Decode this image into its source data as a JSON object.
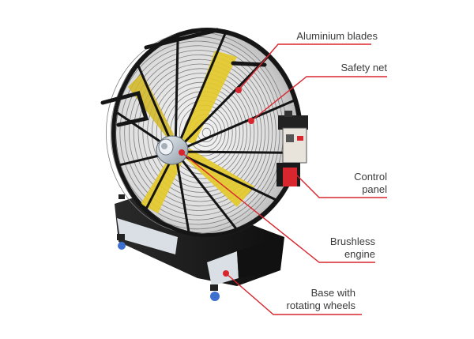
{
  "callouts": [
    {
      "id": "aluminium-blades",
      "lines": [
        "Aluminium blades"
      ]
    },
    {
      "id": "safety-net",
      "lines": [
        "Safety net"
      ]
    },
    {
      "id": "control-panel",
      "lines": [
        "Control",
        "panel"
      ]
    },
    {
      "id": "brushless-engine",
      "lines": [
        "Brushless",
        "engine"
      ]
    },
    {
      "id": "base-wheels",
      "lines": [
        "Base with",
        "rotating wheels"
      ]
    }
  ],
  "colors": {
    "callout_line": "#d8262e",
    "frame": "#1c1c1c",
    "blade": "#e3c92a",
    "wheel": "#3d6fd0",
    "motor": "#b9c3cc",
    "panel": "#e8e4dc"
  }
}
